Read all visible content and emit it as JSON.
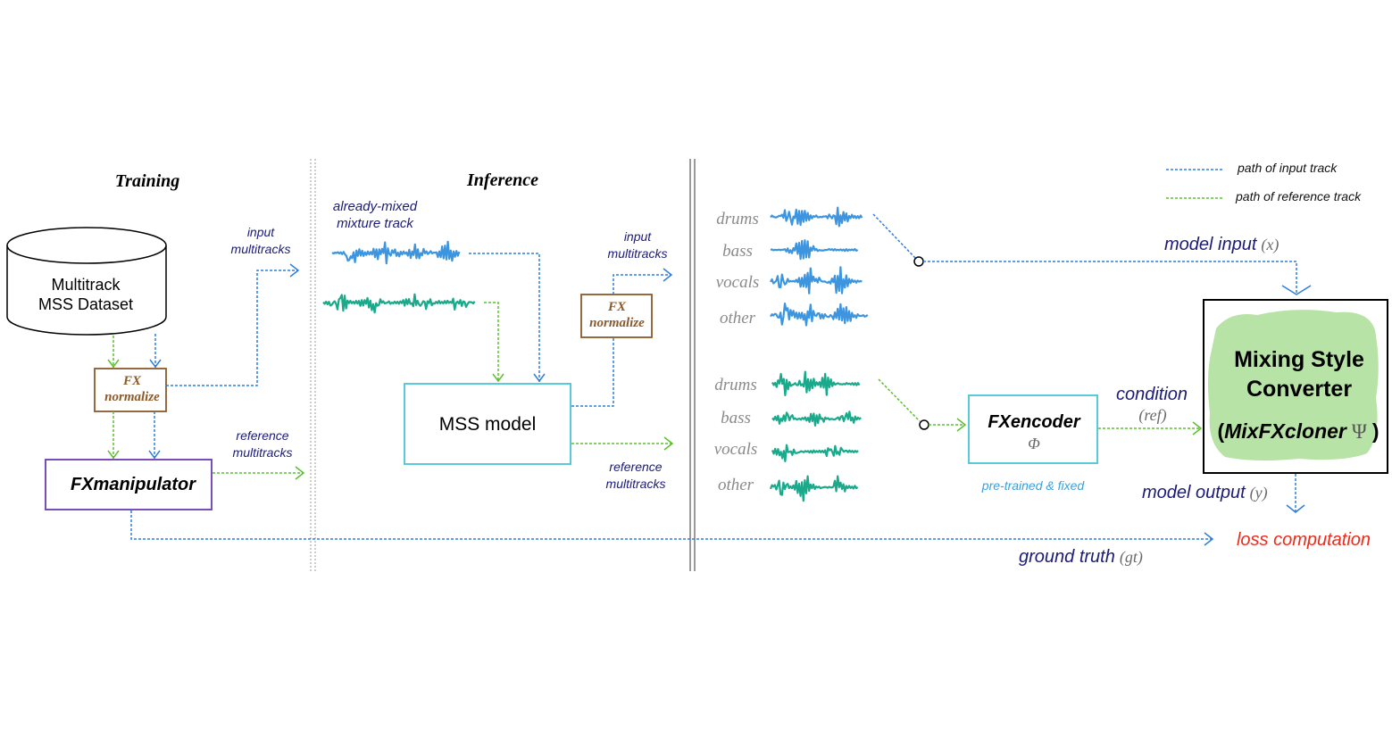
{
  "sections": {
    "training": "Training",
    "inference": "Inference"
  },
  "legend": {
    "input_path": "path of input track",
    "reference_path": "path of reference track"
  },
  "training": {
    "dataset_line1": "Multitrack",
    "dataset_line2": "MSS Dataset",
    "fx_normalize_line1": "FX",
    "fx_normalize_line2": "normalize",
    "fxmanipulator": "FXmanipulator",
    "input_multitracks_line1": "input",
    "input_multitracks_line2": "multitracks",
    "reference_multitracks_line1": "reference",
    "reference_multitracks_line2": "multitracks"
  },
  "inference": {
    "mixture_line1": "already-mixed",
    "mixture_line2": "mixture track",
    "mss_model": "MSS model",
    "fx_normalize_line1": "FX",
    "fx_normalize_line2": "normalize",
    "input_multitracks_line1": "input",
    "input_multitracks_line2": "multitracks",
    "reference_multitracks_line1": "reference",
    "reference_multitracks_line2": "multitracks"
  },
  "stems_input": [
    "drums",
    "bass",
    "vocals",
    "other"
  ],
  "stems_reference": [
    "drums",
    "bass",
    "vocals",
    "other"
  ],
  "model": {
    "model_input": "model input",
    "model_input_sym": "(x)",
    "fxencoder_title": "FXencoder",
    "fxencoder_sym": "Φ",
    "fxencoder_note": "pre-trained & fixed",
    "condition": "condition",
    "condition_sym": "(ref)",
    "converter_line1": "Mixing Style",
    "converter_line2": "Converter",
    "converter_line3_open": "(",
    "converter_line3_name": "MixFXcloner",
    "converter_line3_sym": "Ψ",
    "converter_line3_close": ")",
    "model_output": "model output",
    "model_output_sym": "(y)",
    "loss": "loss computation",
    "ground_truth": "ground truth",
    "ground_truth_sym": "(gt)"
  },
  "colors": {
    "input_path": "#2f7de1",
    "reference_path": "#5cc02e",
    "fx_box": "#8b5a2b",
    "fxmanipulator_box": "#6a3ab2",
    "mss_box": "#46c4d8",
    "fxencoder_box": "#46c4d8",
    "label_navy": "#1b1b7a",
    "wave_blue": "#3d95e0",
    "wave_teal": "#1aa98a",
    "converter_fill": "#b8e3a6",
    "loss_red": "#ee2a1a",
    "note_blue": "#3aa0e0",
    "stem_gray": "#8a8a8a"
  },
  "icons": [
    "database-cylinder-icon",
    "open-circle-switch-icon",
    "arrowhead-chevron-icon",
    "waveform-icon"
  ]
}
